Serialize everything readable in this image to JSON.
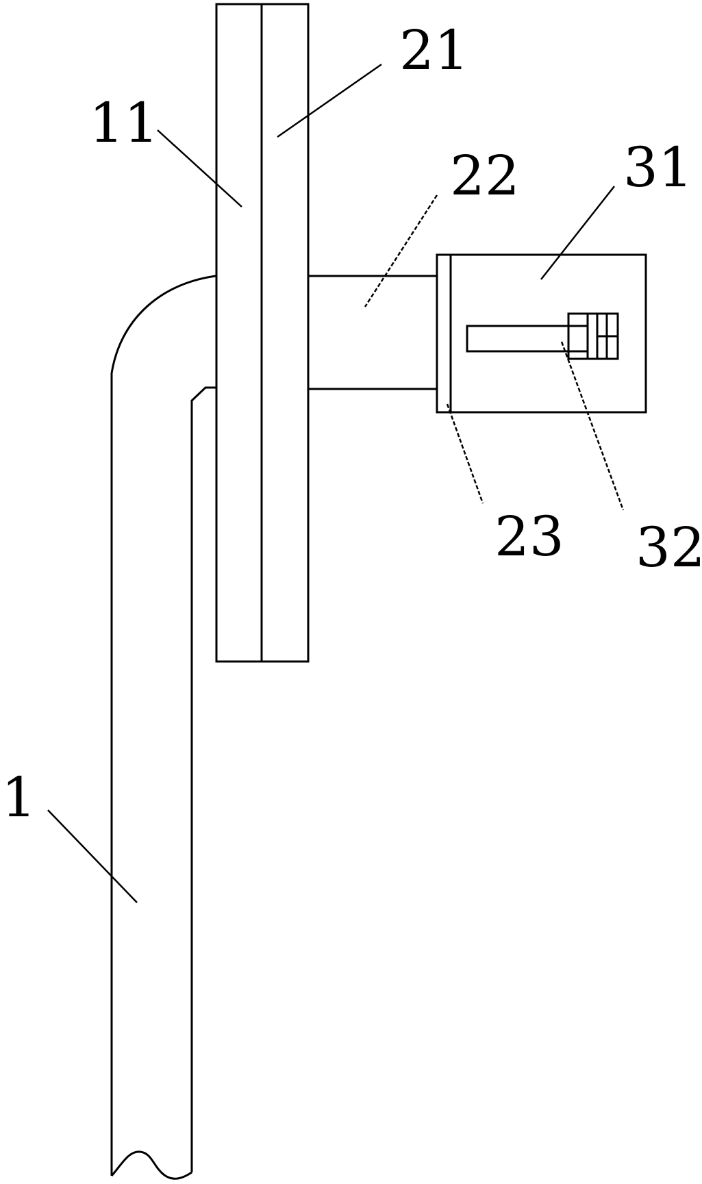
{
  "labels": {
    "pole": "1",
    "mount_plate": "11",
    "panel": "21",
    "arm": "22",
    "arm_flange": "23",
    "housing": "31",
    "latch": "32"
  }
}
